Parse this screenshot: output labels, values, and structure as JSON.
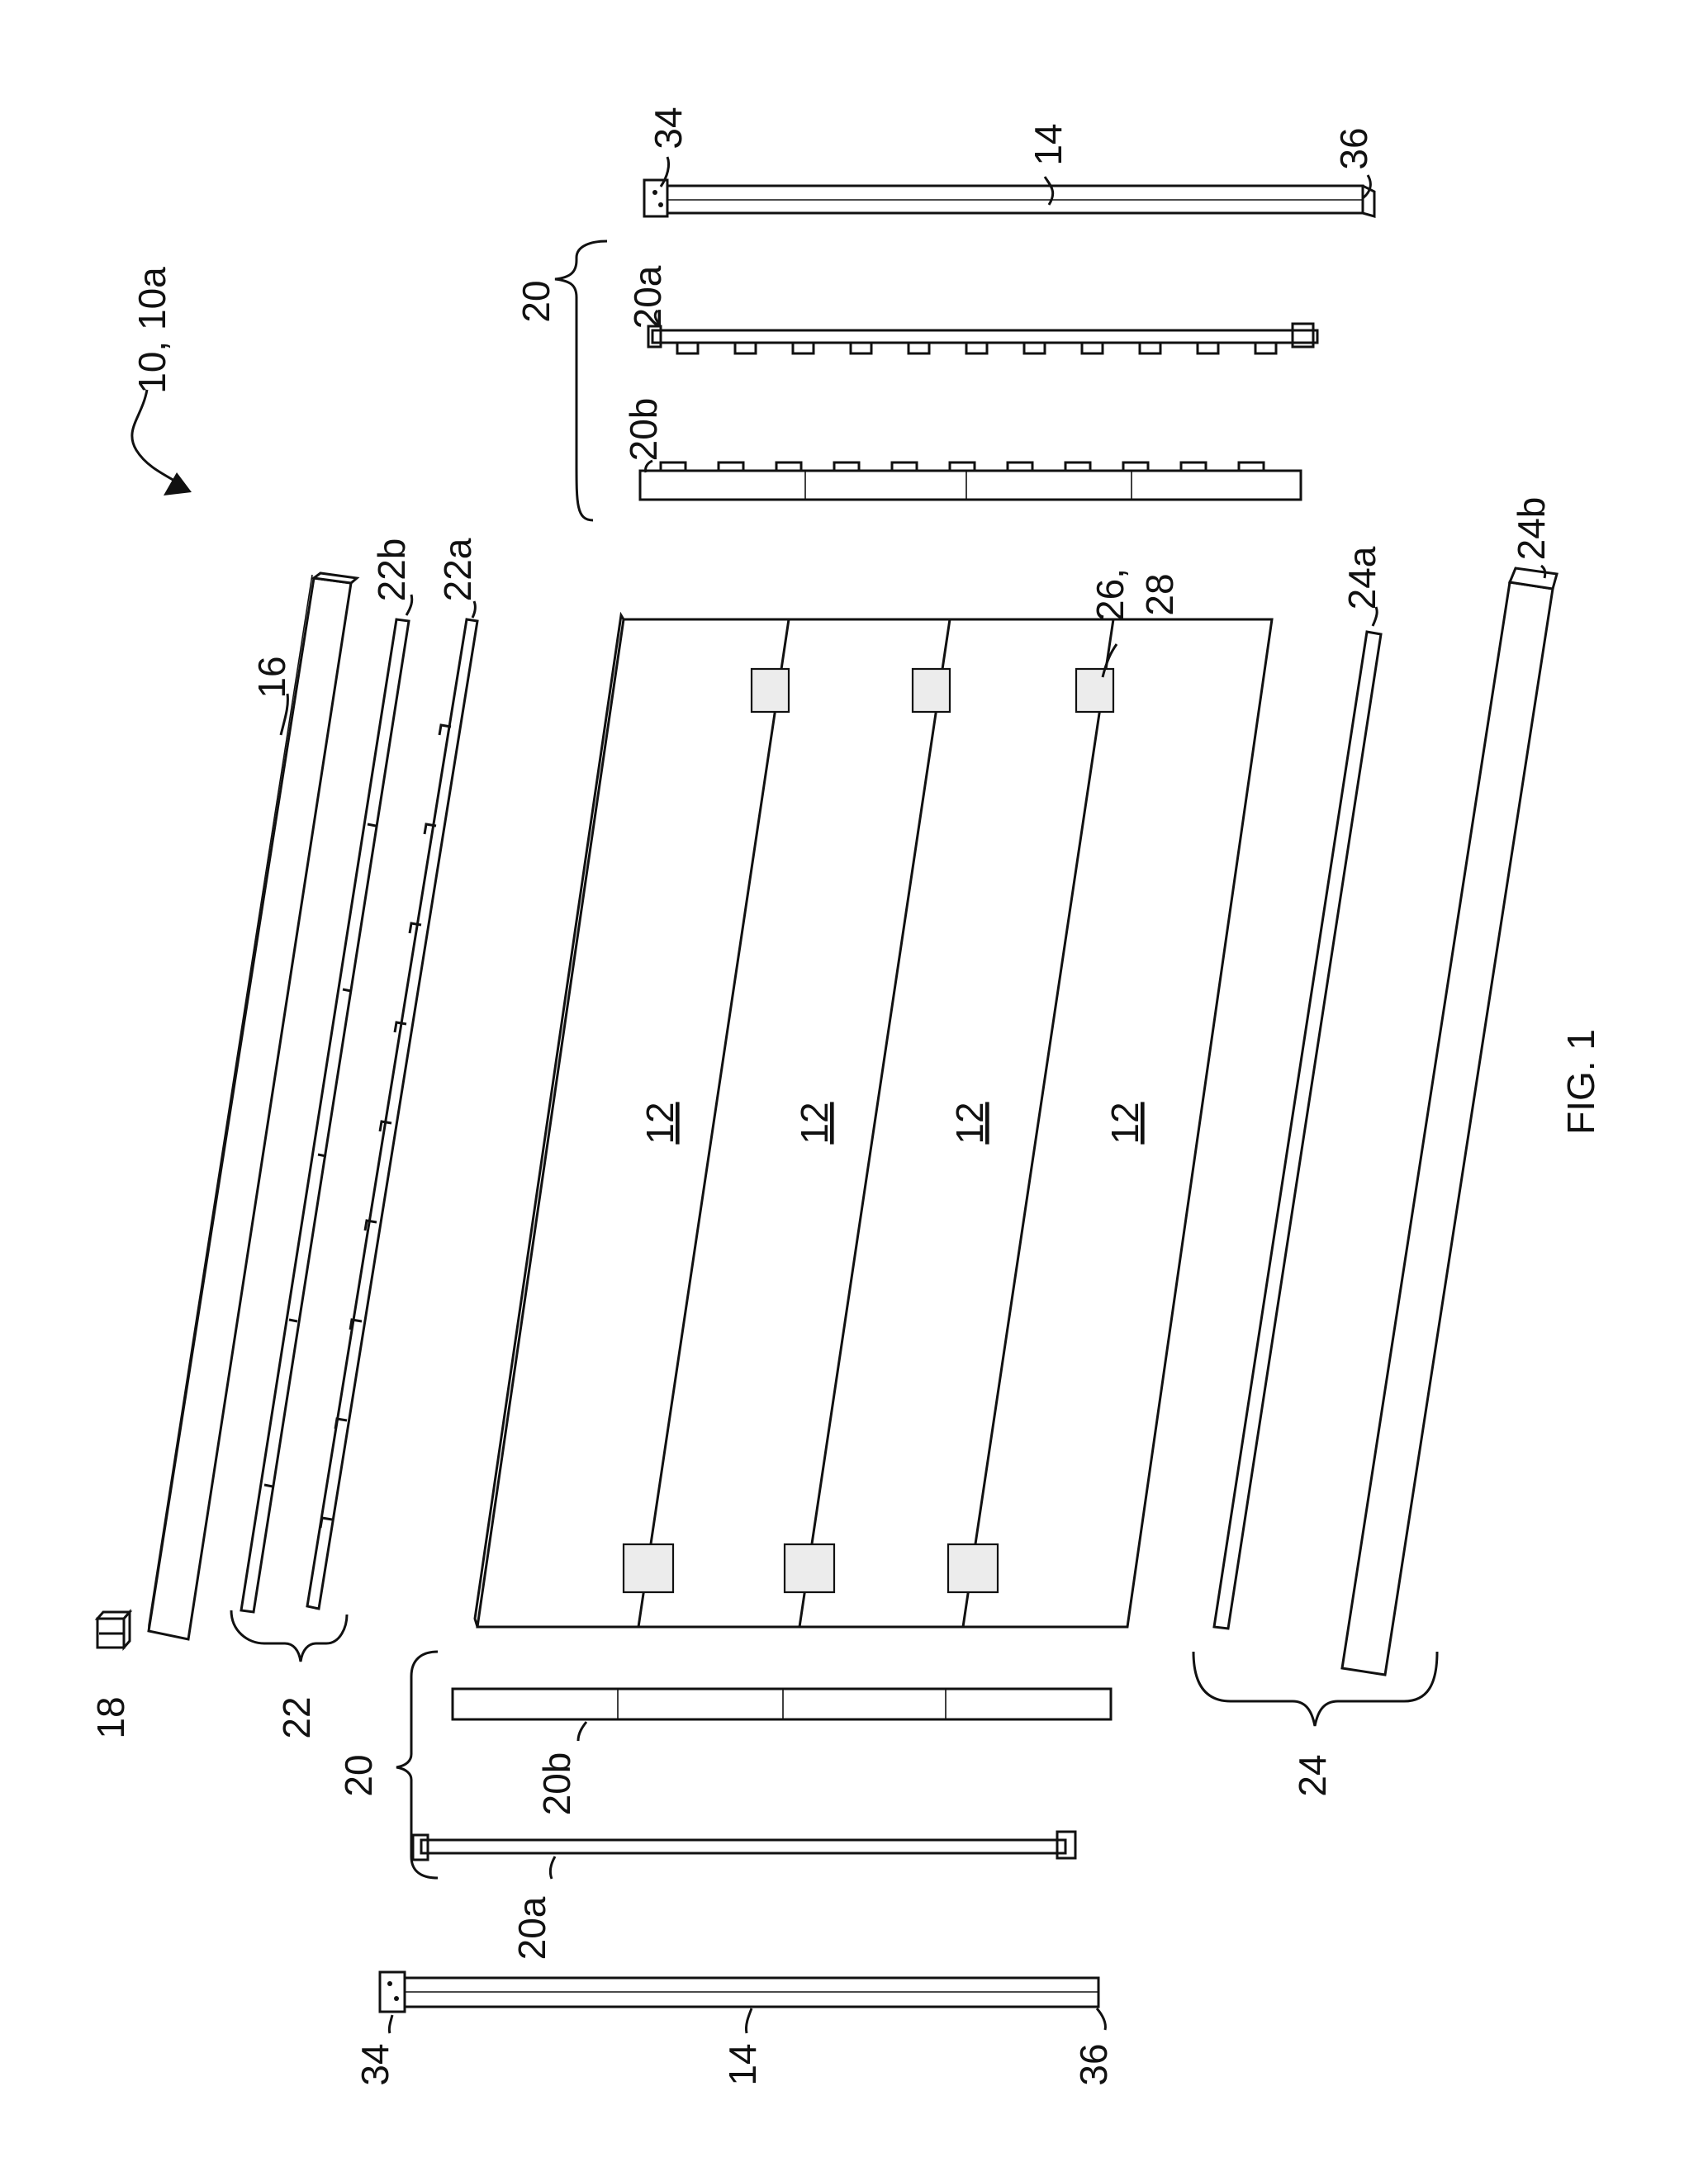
{
  "figure": {
    "caption": "FIG. 1",
    "assembly_label": "10, 10a"
  },
  "labels": {
    "panel": "12",
    "post": "14",
    "top_rail": "16",
    "post_cap": "18",
    "channel_set": "20",
    "channel_a": "20a",
    "channel_b": "20b",
    "top_channel_set": "22",
    "top_channel_a": "22a",
    "top_channel_b": "22b",
    "bottom_channel_set": "24",
    "bottom_channel_a": "24a",
    "bottom_channel_b": "24b",
    "connector_line1": "26,",
    "connector_line2": "28",
    "post_top": "34",
    "post_bottom": "36"
  },
  "colors": {
    "ink": "#111111",
    "paper": "#ffffff",
    "hinge_fill": "#ececec"
  }
}
